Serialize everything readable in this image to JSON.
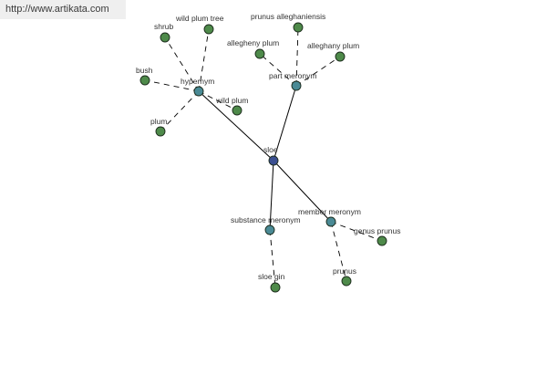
{
  "banner": {
    "url_text": "http://www.artikata.com"
  },
  "colors": {
    "center_node": "#3b4f91",
    "relation_node": "#4a8a95",
    "leaf_node": "#4e8a4a"
  },
  "graph": {
    "center": {
      "id": "sloe",
      "label": "sloe",
      "kind": "center"
    },
    "relations": [
      {
        "id": "hypernym",
        "label": "hypernym",
        "kind": "relation"
      },
      {
        "id": "part-meronym",
        "label": "part meronym",
        "kind": "relation"
      },
      {
        "id": "substance-meronym",
        "label": "substance meronym",
        "kind": "relation"
      },
      {
        "id": "member-meronym",
        "label": "member meronym",
        "kind": "relation"
      }
    ],
    "leaves": [
      {
        "id": "shrub",
        "label": "shrub",
        "parent": "hypernym"
      },
      {
        "id": "wild-plum-tree",
        "label": "wild plum tree",
        "parent": "hypernym"
      },
      {
        "id": "bush",
        "label": "bush",
        "parent": "hypernym"
      },
      {
        "id": "wild-plum",
        "label": "wild plum",
        "parent": "hypernym"
      },
      {
        "id": "plum",
        "label": "plum",
        "parent": "hypernym"
      },
      {
        "id": "prunus-alleghaniensis",
        "label": "prunus alleghaniensis",
        "parent": "part-meronym"
      },
      {
        "id": "allegheny-plum",
        "label": "allegheny plum",
        "parent": "part-meronym"
      },
      {
        "id": "alleghany-plum",
        "label": "alleghany plum",
        "parent": "part-meronym"
      },
      {
        "id": "sloe-gin",
        "label": "sloe gin",
        "parent": "substance-meronym"
      },
      {
        "id": "genus-prunus",
        "label": "genus prunus",
        "parent": "member-meronym"
      },
      {
        "id": "prunus",
        "label": "prunus",
        "parent": "member-meronym"
      }
    ]
  }
}
